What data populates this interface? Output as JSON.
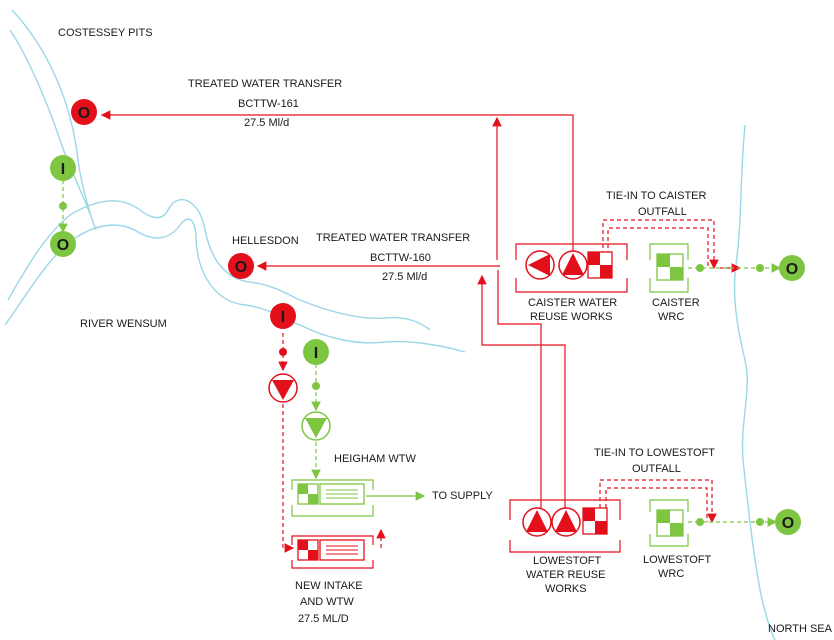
{
  "labels": {
    "costessey_pits": "COSTESSEY PITS",
    "treated_transfer_1": "TREATED WATER TRANSFER",
    "bcttw_161": "BCTTW-161",
    "flow_1": "27.5 Ml/d",
    "treated_transfer_2": "TREATED WATER TRANSFER",
    "bcttw_160": "BCTTW-160",
    "flow_2": "27.5 Ml/d",
    "hellesdon": "HELLESDON",
    "river_wensum": "RIVER WENSUM",
    "tie_in_caister_1": "TIE-IN TO CAISTER",
    "tie_in_caister_2": "OUTFALL",
    "caister_works_1": "CAISTER WATER",
    "caister_works_2": "REUSE WORKS",
    "caister_wrc_1": "CAISTER",
    "caister_wrc_2": "WRC",
    "heigham_wtw": "HEIGHAM WTW",
    "to_supply": "TO SUPPLY",
    "new_intake_1": "NEW INTAKE",
    "new_intake_2": "AND WTW",
    "new_intake_3": "27.5 ML/D",
    "tie_in_lowestoft_1": "TIE-IN TO LOWESTOFT",
    "tie_in_lowestoft_2": "OUTFALL",
    "lowestoft_works_1": "LOWESTOFT",
    "lowestoft_works_2": "WATER REUSE",
    "lowestoft_works_3": "WORKS",
    "lowestoft_wrc_1": "LOWESTOFT",
    "lowestoft_wrc_2": "WRC",
    "north_sea": "NORTH SEA"
  },
  "node_letters": {
    "outlet": "O",
    "intake": "I"
  },
  "colors": {
    "red": "#e3101b",
    "green": "#7ec542",
    "river": "#9ad7e8",
    "text": "#1a1a1a"
  }
}
